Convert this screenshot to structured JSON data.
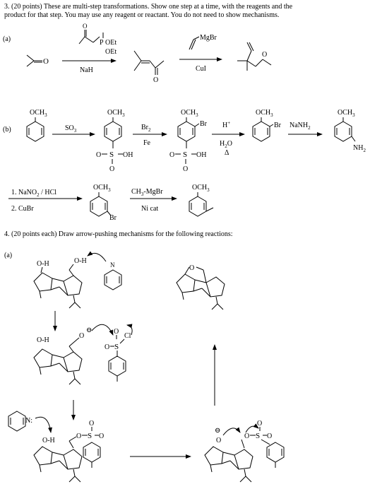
{
  "q3": {
    "line1": "3. (20 points)  These are multi-step transformations.  Show one step at a time, with the reagents and the",
    "line2": "product for that step.  You may use any reagent or reactant.  You do not need to show mechanisms.",
    "part_a": {
      "label": "(a)",
      "reagent1_above": {
        "p": "P",
        "oet1": "OEt",
        "oet2": "OEt",
        "o": "O"
      },
      "reagent1_below": "NaH",
      "product1_o": "O",
      "reagent2_above": "MgBr",
      "reagent2_below": "CuI",
      "product2_o": "O",
      "start_o": "O"
    },
    "part_b": {
      "label": "(b)",
      "och3": "OCH",
      "sub3": "3",
      "r1": "SO",
      "r1sub": "3",
      "r2_above": "Br",
      "r2_above_sub": "2",
      "r2_below": "Fe",
      "br": "Br",
      "s": "S",
      "oh": "OH",
      "o": "O",
      "r3_above": "H",
      "r3_above_sup": "+",
      "r3_below1": "H",
      "r3_below1_sub": "2",
      "r3_below1_o": "O",
      "r3_below2": "Δ",
      "r4_above": "NaNH",
      "r4_above_sub": "2",
      "nh2": "NH",
      "nh2_sub": "2",
      "r5_line1": "1. NaNO",
      "r5_line1_sub": "2",
      "r5_line1_rest": " / HCl",
      "r5_line2": "2.  CuBr",
      "r6_above": "CH",
      "r6_above_sub": "3",
      "r6_above_rest": "-MgBr",
      "r6_below": "Ni cat"
    }
  },
  "q4": {
    "line1": "4.  (20 points each)  Draw arrow-pushing mechanisms for the following reactions:",
    "part_a": {
      "label": "(a)",
      "oh": "O-H",
      "n": "N",
      "o": "O",
      "s": "S",
      "cl": "Cl",
      "minus": "⊖",
      "pyr_n": "N:"
    }
  }
}
